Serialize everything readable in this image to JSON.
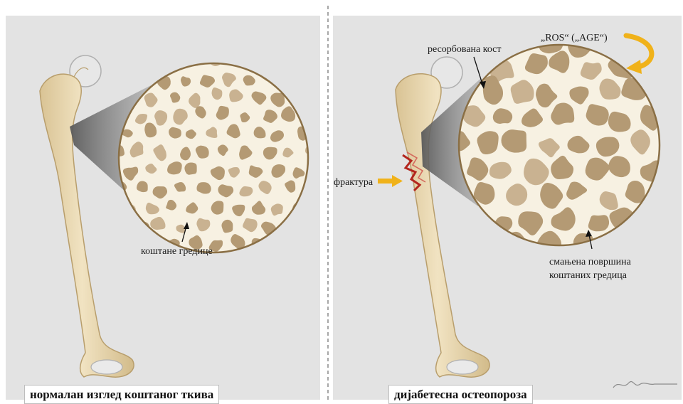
{
  "panels": {
    "left": {
      "caption": "нормалан изглед коштаног ткива",
      "trabeculae_label": "коштане гредице"
    },
    "right": {
      "caption": "дијабетесна остеопороза",
      "resorbed_label": "ресорбована кост",
      "ros_label": "„ROS“ („AGE“)",
      "fracture_label": "фрактура",
      "reduced_label_line1": "смањена површина",
      "reduced_label_line2": "коштаних гредица"
    }
  },
  "colors": {
    "panel_bg": "#e3e3e3",
    "bone": "#ead9b5",
    "bone_shadow": "#cdb88d",
    "pore": "#b49a74",
    "pore_light": "#c9b291",
    "trabecula": "#f7f1e2",
    "arrow_orange": "#f0b21a",
    "fracture_red": "#b3261e",
    "magnifier_cone": "#6f6f6f"
  }
}
